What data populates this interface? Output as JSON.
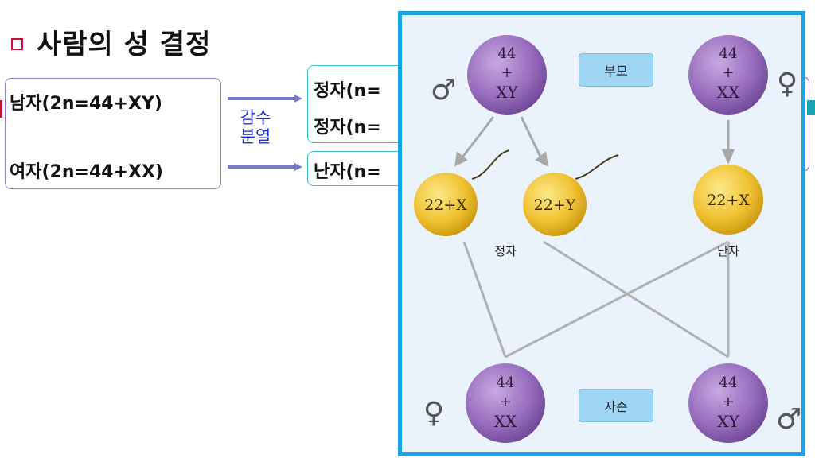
{
  "title": "사람의 성 결정",
  "left": {
    "male": "남자(2n=44+XY)",
    "female": "여자(2n=44+XX)",
    "meiosis_line1": "감수",
    "meiosis_line2": "분열"
  },
  "right": {
    "sperm1": "정자(n=",
    "sperm2": "정자(n=",
    "egg": "난자(n="
  },
  "diagram": {
    "parents_tag": "부모",
    "offspring_tag": "자손",
    "sperm_label": "정자",
    "egg_label": "난자",
    "father": {
      "top": "44",
      "plus": "+",
      "bottom": "XY",
      "symbol": "♂"
    },
    "mother": {
      "top": "44",
      "plus": "+",
      "bottom": "XX",
      "symbol": "♀"
    },
    "sperm_x": "22+X",
    "sperm_y": "22+Y",
    "egg_x": "22+X",
    "daughter": {
      "top": "44",
      "plus": "+",
      "bottom": "XX",
      "symbol": "♀"
    },
    "son": {
      "top": "44",
      "plus": "+",
      "bottom": "XY",
      "symbol": "♂"
    }
  },
  "colors": {
    "frame": "#1aa3e6",
    "cell_purple": "#9a6fbf",
    "cell_yellow": "#f0c233",
    "tag_blue": "#9fd6f3",
    "arrow_gray": "#a8a8a8"
  }
}
